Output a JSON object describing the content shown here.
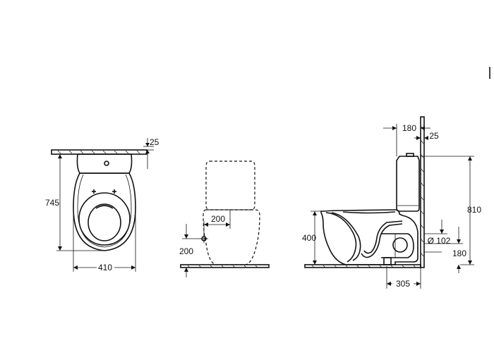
{
  "dimensions": {
    "front_view": {
      "top_offset": "25",
      "height": "745",
      "width": "410"
    },
    "side_view": {
      "offset": "200",
      "height": "200"
    },
    "profile_view": {
      "tank_depth": "180",
      "wall_gap": "25",
      "height": "810",
      "bowl_height": "400",
      "outlet_diameter": "Ø 102",
      "outlet_height": "180",
      "outlet_depth": "305"
    }
  }
}
